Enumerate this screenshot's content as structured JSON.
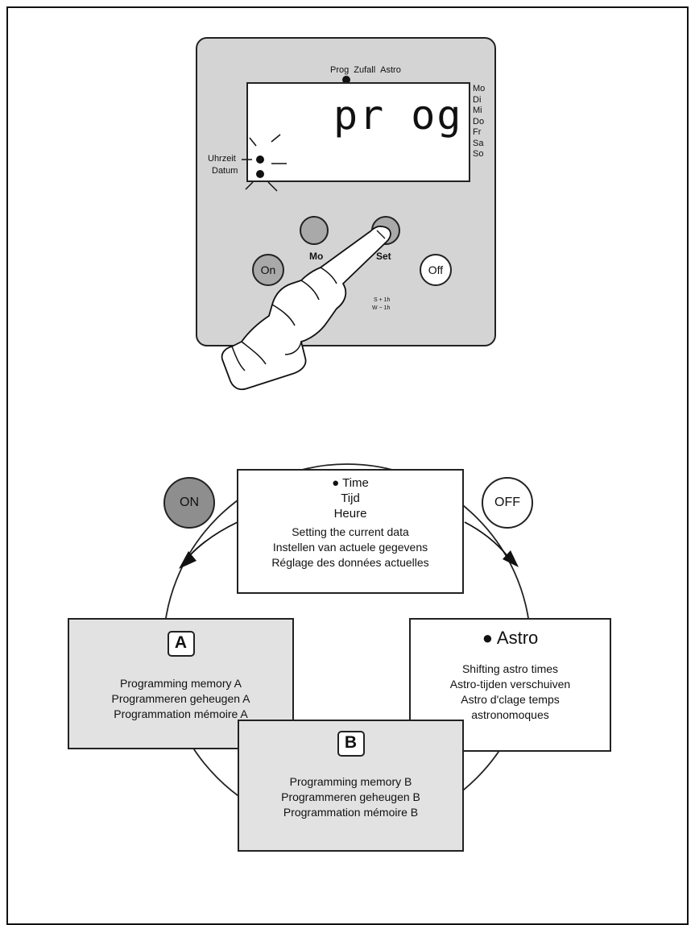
{
  "device": {
    "top_labels": [
      "Prog",
      "Zufall",
      "Astro"
    ],
    "display_text": "pr og",
    "days": [
      "Mo",
      "Di",
      "Mi",
      "Do",
      "Fr",
      "Sa",
      "So"
    ],
    "left_labels": [
      "Uhrzeit",
      "Datum"
    ],
    "buttons": {
      "on": "On",
      "off": "Off",
      "mode": "Mo",
      "set": "Set"
    },
    "dst_note": [
      "S + 1h",
      "W − 1h"
    ]
  },
  "cycle": {
    "on_label": "ON",
    "off_label": "OFF",
    "time_box": {
      "title": "● Time",
      "lines": [
        "Tijd",
        "Heure"
      ],
      "desc": [
        "Setting the current data",
        "Instellen van actuele gegevens",
        "Réglage des données actuelles"
      ]
    },
    "memory_a": {
      "key": "A",
      "lines": [
        "Programming memory A",
        "Programmeren geheugen A",
        "Programmation mémoire A"
      ]
    },
    "astro_box": {
      "title": "● Astro",
      "lines": [
        "Shifting astro times",
        "Astro-tijden verschuiven",
        "Astro d'clage temps",
        "astronomoques"
      ]
    },
    "memory_b": {
      "key": "B",
      "lines": [
        "Programming memory B",
        "Programmeren geheugen B",
        "Programmation mémoire B"
      ]
    }
  }
}
